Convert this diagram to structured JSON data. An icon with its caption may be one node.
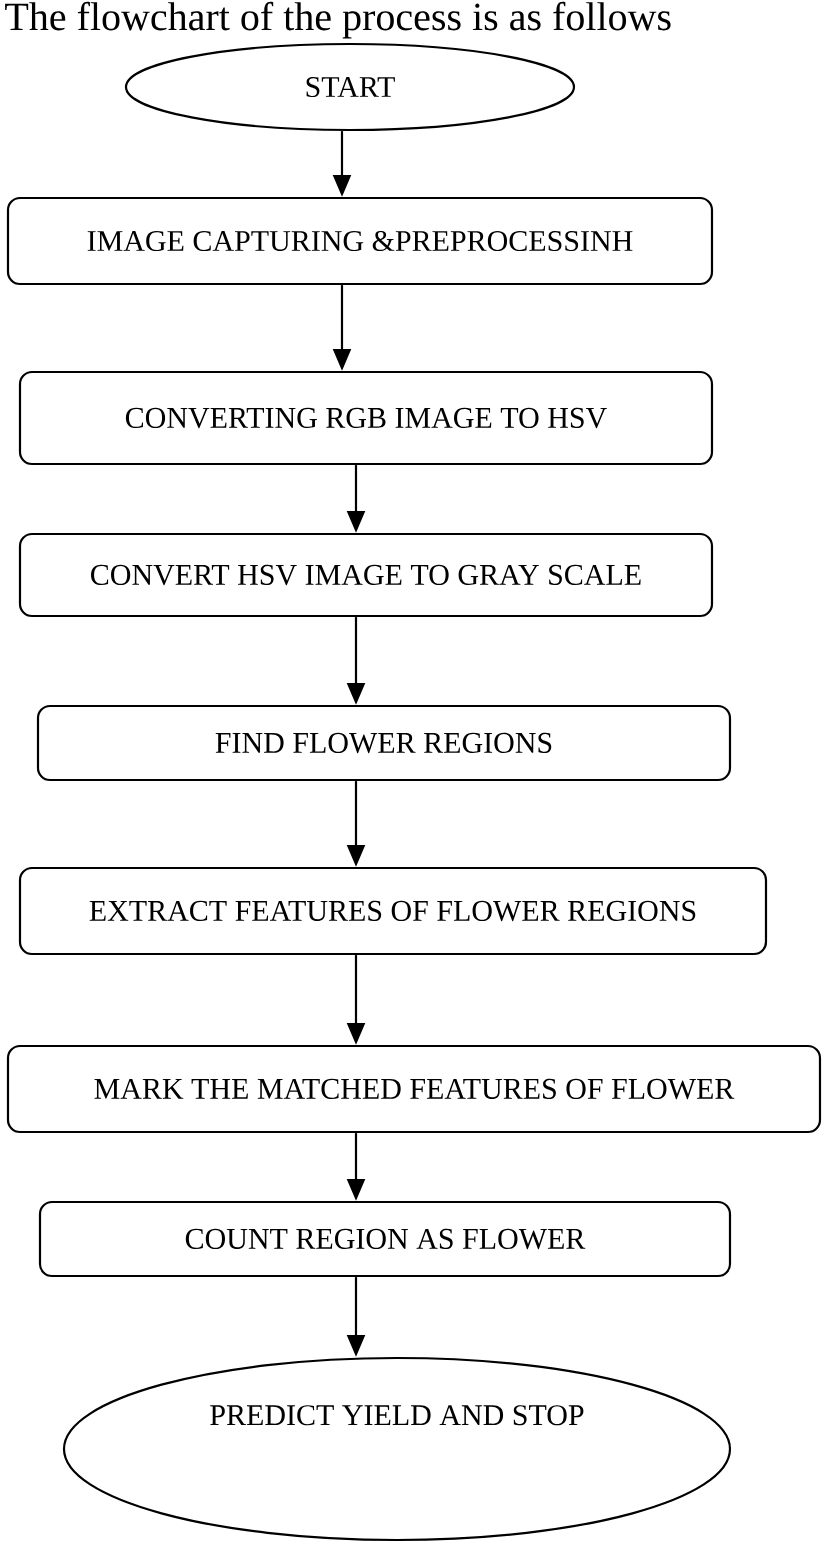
{
  "diagram": {
    "title": "The flowchart of the process is as follows",
    "nodes": [
      {
        "text": [
          "START"
        ]
      },
      {
        "text": [
          "IMAGE CAPTURING &PREPROCESSINH"
        ]
      },
      {
        "text": [
          "CONVERTING RGB IMAGE TO HSV"
        ]
      },
      {
        "text": [
          "CONVERT HSV IMAGE TO GRAY SCALE"
        ]
      },
      {
        "text": [
          "FIND FLOWER REGIONS"
        ]
      },
      {
        "text": [
          "EXTRACT FEATURES OF FLOWER REGIONS"
        ]
      },
      {
        "text": [
          "MARK THE MATCHED FEATURES OF FLOWER"
        ]
      },
      {
        "text": [
          "COUNT REGION AS FLOWER"
        ]
      },
      {
        "text": [
          "PREDICT YIELD AND STOP"
        ]
      }
    ],
    "edges": [
      {
        "from": 0,
        "to": 1,
        "arrow": "to"
      },
      {
        "from": 1,
        "to": 2,
        "arrow": "to"
      },
      {
        "from": 2,
        "to": 3,
        "arrow": "to"
      },
      {
        "from": 3,
        "to": 4,
        "arrow": "to"
      },
      {
        "from": 4,
        "to": 5,
        "arrow": "to"
      },
      {
        "from": 5,
        "to": 6,
        "arrow": "to"
      },
      {
        "from": 6,
        "to": 7,
        "arrow": "to"
      },
      {
        "from": 7,
        "to": 8,
        "arrow": "to"
      }
    ]
  }
}
